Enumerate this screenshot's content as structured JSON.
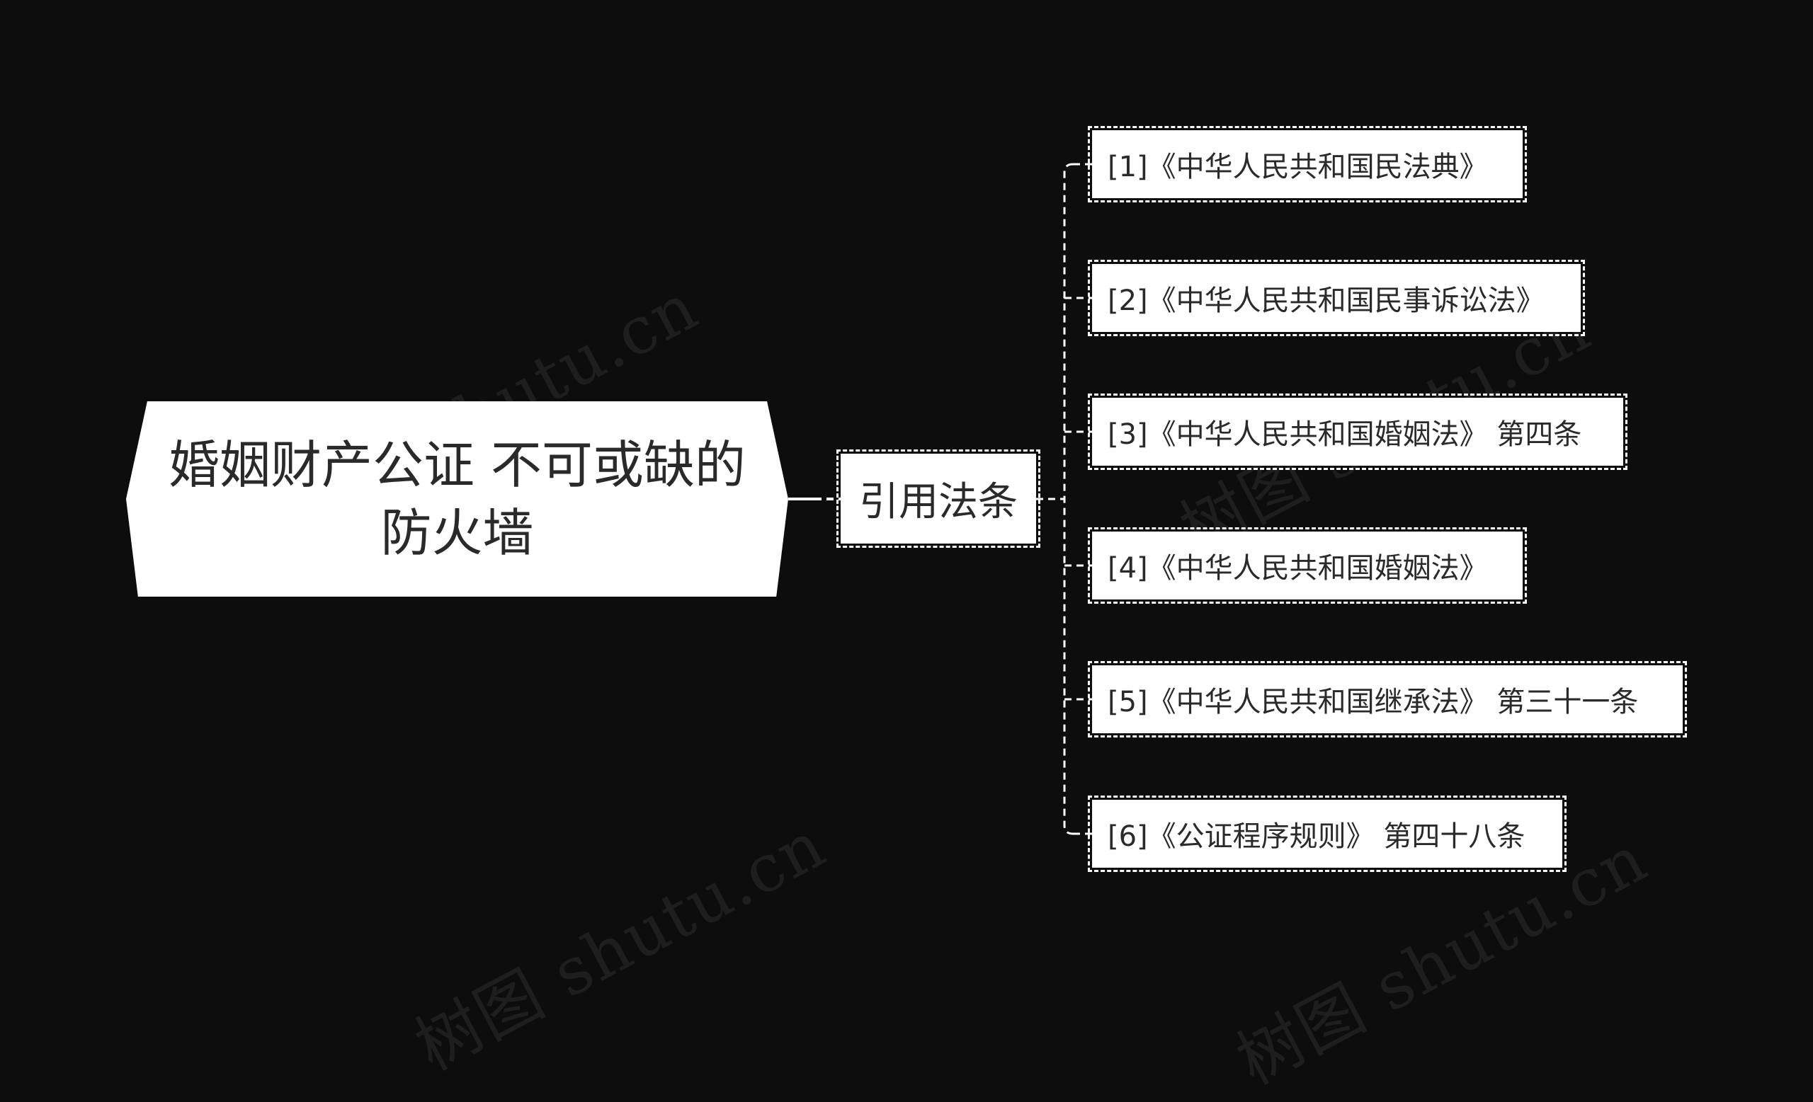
{
  "background_color": "#0d0d0e",
  "watermark": "树图 shutu.cn",
  "root": {
    "line1": "婚姻财产公证 不可或缺的",
    "line2": "防火墙"
  },
  "branch": {
    "label": "引用法条"
  },
  "leaves": [
    {
      "label": "[1]《中华人民共和国民法典》"
    },
    {
      "label": "[2]《中华人民共和国民事诉讼法》"
    },
    {
      "label": "[3]《中华人民共和国婚姻法》 第四条"
    },
    {
      "label": "[4]《中华人民共和国婚姻法》"
    },
    {
      "label": "[5]《中华人民共和国继承法》 第三十一条"
    },
    {
      "label": "[6]《公证程序规则》 第四十八条"
    }
  ]
}
